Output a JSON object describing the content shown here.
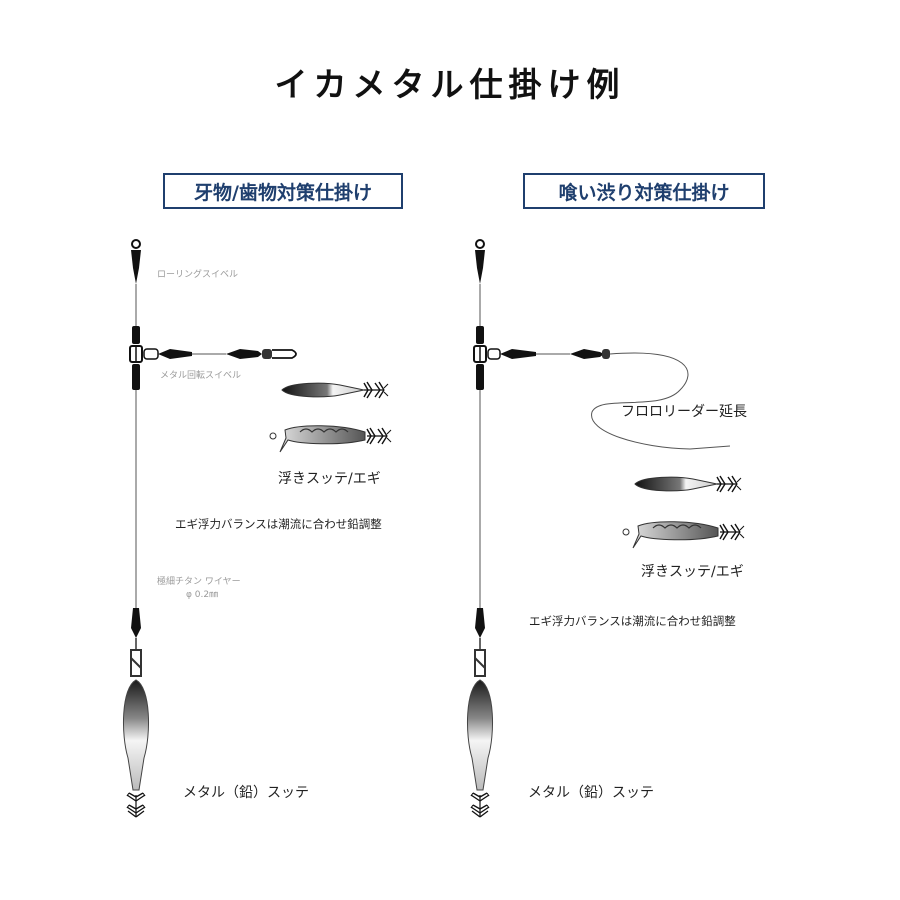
{
  "title": "イカメタル仕掛け例",
  "left": {
    "heading": "牙物/歯物対策仕掛け",
    "rolling_swivel": "ローリングスイベル",
    "metal_swivel": "メタル回転スイベル",
    "egi_label": "浮きスッテ/エギ",
    "balance_note": "エギ浮力バランスは潮流に合わせ鉛調整",
    "wire_label": "極細チタン ワイヤー",
    "wire_size": "φ 0.2㎜",
    "sutte_label": "メタル（鉛）スッテ"
  },
  "right": {
    "heading": "喰い渋り対策仕掛け",
    "leader_label": "フロロリーダー延長",
    "egi_label": "浮きスッテ/エギ",
    "balance_note": "エギ浮力バランスは潮流に合わせ鉛調整",
    "sutte_label": "メタル（鉛）スッテ"
  }
}
